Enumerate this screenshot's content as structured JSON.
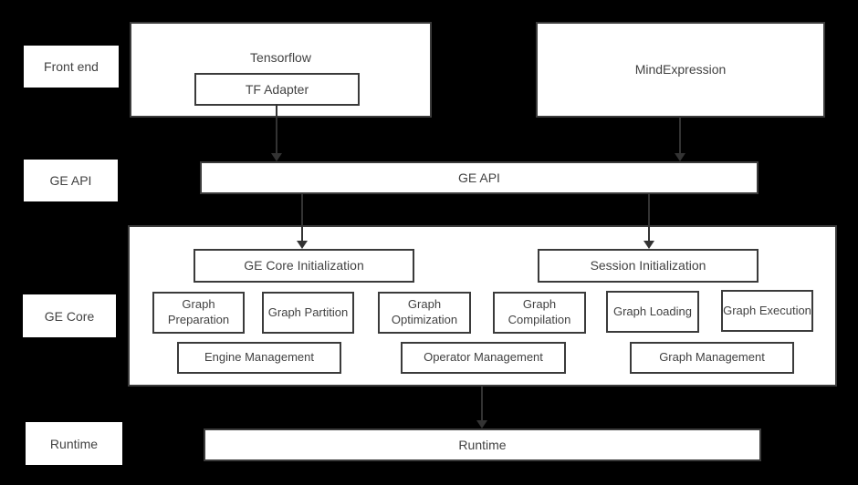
{
  "colors": {
    "background": "#000000",
    "box_fill": "#ffffff",
    "box_border": "#3b3b3b",
    "text": "#424242",
    "arrow": "#333333"
  },
  "row_labels": {
    "front_end": "Front end",
    "ge_api": "GE API",
    "ge_core": "GE Core",
    "runtime": "Runtime"
  },
  "front_end": {
    "tensorflow_title": "Tensorflow",
    "tf_adapter": "TF Adapter",
    "mindexpression": "MindExpression"
  },
  "ge_api_bar": "GE API",
  "ge_core": {
    "ge_core_initialization": "GE Core Initialization",
    "session_initialization": "Session Initialization",
    "functions": [
      "Graph Preparation",
      "Graph Partition",
      "Graph Optimization",
      "Graph Compilation",
      "Graph Loading",
      "Graph Execution"
    ],
    "management": [
      "Engine Management",
      "Operator Management",
      "Graph Management"
    ]
  },
  "runtime_bar": "Runtime"
}
